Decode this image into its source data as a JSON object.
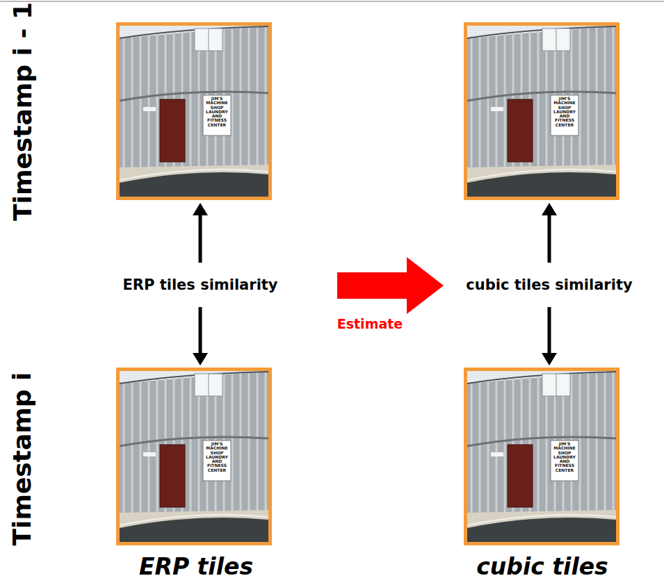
{
  "diagram": {
    "labels": [
      "Timestamp i - 1",
      "Timestamp i",
      "ERP tiles similarity",
      "Estimate",
      "cubic tiles similarity",
      "ERP tiles",
      "cubic tiles",
      "JIM'S MACHINE SHOP LAUNDRY AND FITNESS CENTER",
      "JIM'S MACHINE SHOP LAUNDRY AND FITNESS CENTER",
      "JIM'S MACHINE SHOP LAUNDRY AND FITNESS CENTER",
      "JIM'S MACHINE SHOP LAUNDRY AND FITNESS CENTER"
    ]
  }
}
